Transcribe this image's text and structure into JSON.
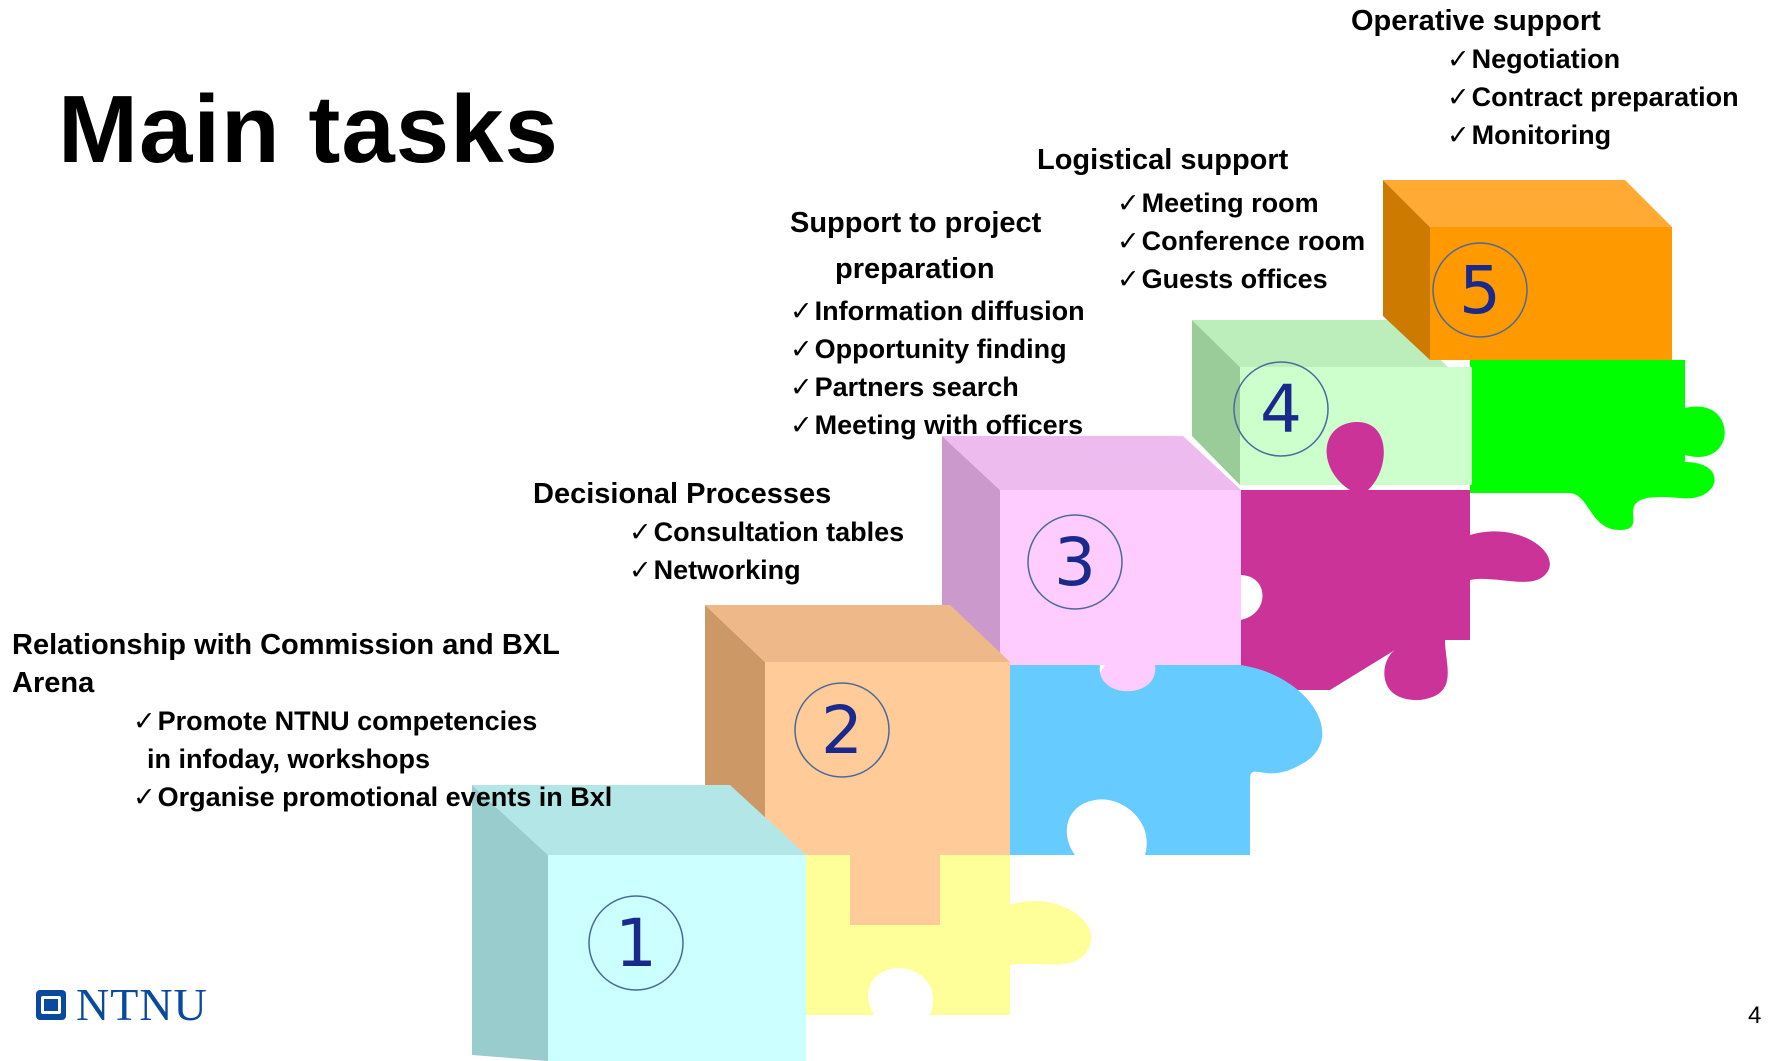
{
  "title": "Main tasks",
  "steps": [
    {
      "number": "1",
      "heading": [
        "Relationship with Commission and BXL",
        "Arena"
      ],
      "items": [
        "Promote NTNU competencies",
        "in infoday, workshops",
        "Organise promotional events in  Bxl"
      ]
    },
    {
      "number": "2",
      "heading": [
        "Decisional Processes"
      ],
      "items": [
        "Consultation tables",
        "Networking"
      ]
    },
    {
      "number": "3",
      "heading": [
        "Support to project",
        "preparation"
      ],
      "items": [
        "Information diffusion",
        "Opportunity finding",
        "Partners search",
        "Meeting with officers"
      ]
    },
    {
      "number": "4",
      "heading": [
        "Logistical support"
      ],
      "items": [
        "Meeting room",
        "Conference room",
        "Guests offices"
      ]
    },
    {
      "number": "5",
      "heading": [
        "Operative support"
      ],
      "items": [
        "Negotiation",
        "Contract preparation",
        "Monitoring"
      ]
    }
  ],
  "logo": {
    "text": "NTNU",
    "icon": "ntnu-logo-square-icon",
    "color": "#0a4a9e"
  },
  "page_number": "4",
  "colors": {
    "step1_cube": "#ccffff",
    "step1_puzzle": "#ffff99",
    "step2_cube": "#ffcc99",
    "step2_puzzle": "#66ccff",
    "step3_cube": "#ffccff",
    "step3_puzzle": "#cc3399",
    "step4_cube": "#ccffcc",
    "step4_puzzle": "#00ff00",
    "step5_cube": "#ff9900"
  }
}
